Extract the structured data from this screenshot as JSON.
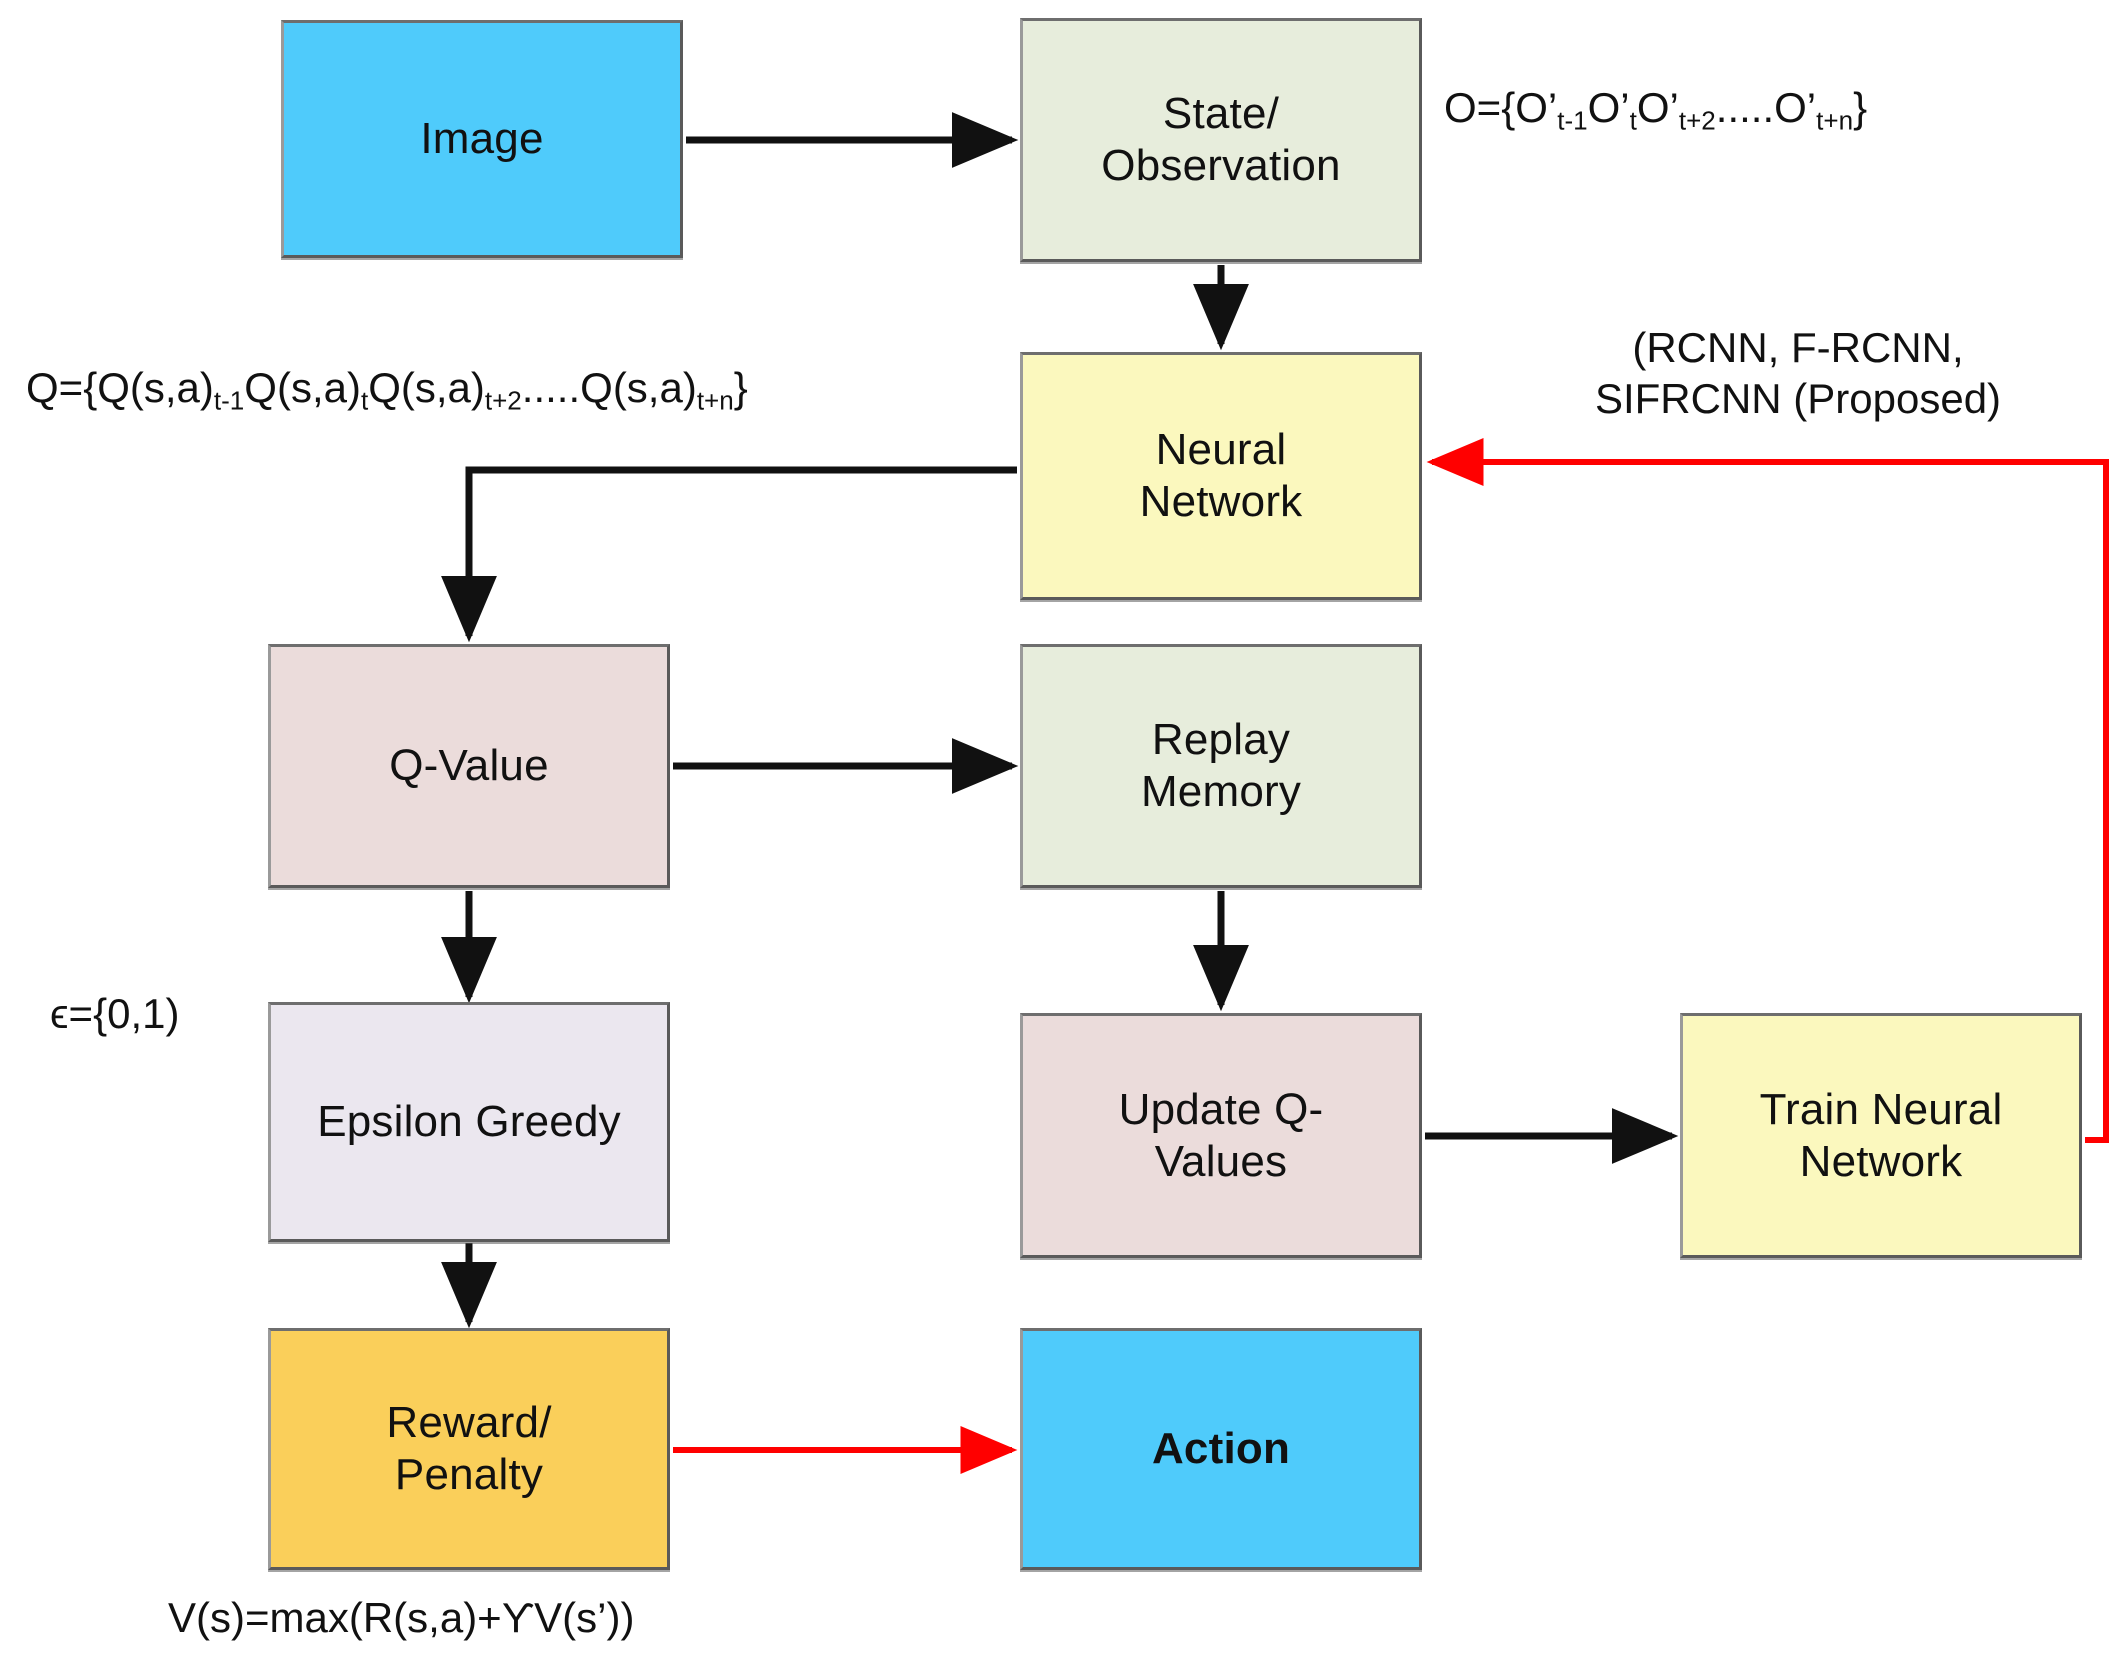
{
  "diagram": {
    "title": "Deep Q-Network reinforcement learning pipeline",
    "colors": {
      "cyan": "#4FCBFB",
      "pale_green": "#E7EDDC",
      "pale_yellow": "#FBF8BE",
      "pink": "#EBDCDB",
      "lavender": "#EBE7EF",
      "amber": "#FACF5A",
      "arrow_black": "#111111",
      "arrow_red": "#FF0000",
      "box_border": "#5a5a5a"
    },
    "nodes": [
      {
        "id": "image",
        "label": "Image",
        "color": "cyan"
      },
      {
        "id": "state",
        "label": "State/ Observation",
        "line1": "State/",
        "line2": "Observation",
        "color": "pale_green"
      },
      {
        "id": "neural",
        "label": "Neural Network",
        "line1": "Neural",
        "line2": "Network",
        "color": "pale_yellow"
      },
      {
        "id": "qvalue",
        "label": "Q-Value",
        "color": "pink"
      },
      {
        "id": "replay",
        "label": "Replay Memory",
        "line1": "Replay",
        "line2": "Memory",
        "color": "pale_green"
      },
      {
        "id": "epsilon",
        "label": "Epsilon Greedy",
        "color": "lavender"
      },
      {
        "id": "updateq",
        "label": "Update Q-Values",
        "line1": "Update Q-",
        "line2": "Values",
        "color": "pink"
      },
      {
        "id": "trainneural",
        "label": "Train Neural Network",
        "line1": "Train Neural",
        "line2": "Network",
        "color": "pale_yellow"
      },
      {
        "id": "reward",
        "label": "Reward/ Penalty",
        "line1": "Reward/",
        "line2": "Penalty",
        "color": "amber"
      },
      {
        "id": "action",
        "label": "Action",
        "color": "cyan",
        "bold": true
      }
    ],
    "annotations": {
      "observation_set": {
        "lead": "O={O’",
        "sub1": "t-1",
        "mid1": "O’",
        "sub2": "t",
        "mid2": "O’",
        "sub3": "t+2",
        "dots": ".....",
        "mid3": "O’",
        "sub4": "t+n",
        "tail": "}",
        "plain": "O={O’t-1O’tO’t+2.....O’t+n}"
      },
      "q_set": {
        "lead": "Q={Q(s,a)",
        "sub1": "t-1",
        "mid1": "Q(s,a)",
        "sub2": "t",
        "mid2": "Q(s,a)",
        "sub3": "t+2",
        "dots": ".....",
        "mid3": "Q(s,a)",
        "sub4": "t+n",
        "tail": "}",
        "plain": "Q={Q(s,a)t-1Q(s,a)tQ(s,a)t+2.....Q(s,a)t+n}"
      },
      "detectors": {
        "line1": "(RCNN, F-RCNN,",
        "line2": "SIFRCNN (Proposed)"
      },
      "epsilon_range": "ϵ={0,1)",
      "value_function": "V(s)=max(R(s,a)+ϒV(s’))"
    },
    "edges": [
      {
        "from": "image",
        "to": "state",
        "style": "black",
        "shape": "straight-right"
      },
      {
        "from": "state",
        "to": "neural",
        "style": "black",
        "shape": "straight-down"
      },
      {
        "from": "neural",
        "to": "qvalue",
        "style": "black",
        "shape": "elbow-left-down"
      },
      {
        "from": "qvalue",
        "to": "replay",
        "style": "black",
        "shape": "straight-right"
      },
      {
        "from": "qvalue",
        "to": "epsilon",
        "style": "black",
        "shape": "straight-down"
      },
      {
        "from": "replay",
        "to": "updateq",
        "style": "black",
        "shape": "straight-down"
      },
      {
        "from": "epsilon",
        "to": "reward",
        "style": "black",
        "shape": "straight-down"
      },
      {
        "from": "updateq",
        "to": "trainneural",
        "style": "black",
        "shape": "straight-right"
      },
      {
        "from": "reward",
        "to": "action",
        "style": "red",
        "shape": "straight-right"
      },
      {
        "from": "trainneural",
        "to": "neural",
        "style": "red",
        "shape": "elbow-right-up-left"
      }
    ]
  }
}
